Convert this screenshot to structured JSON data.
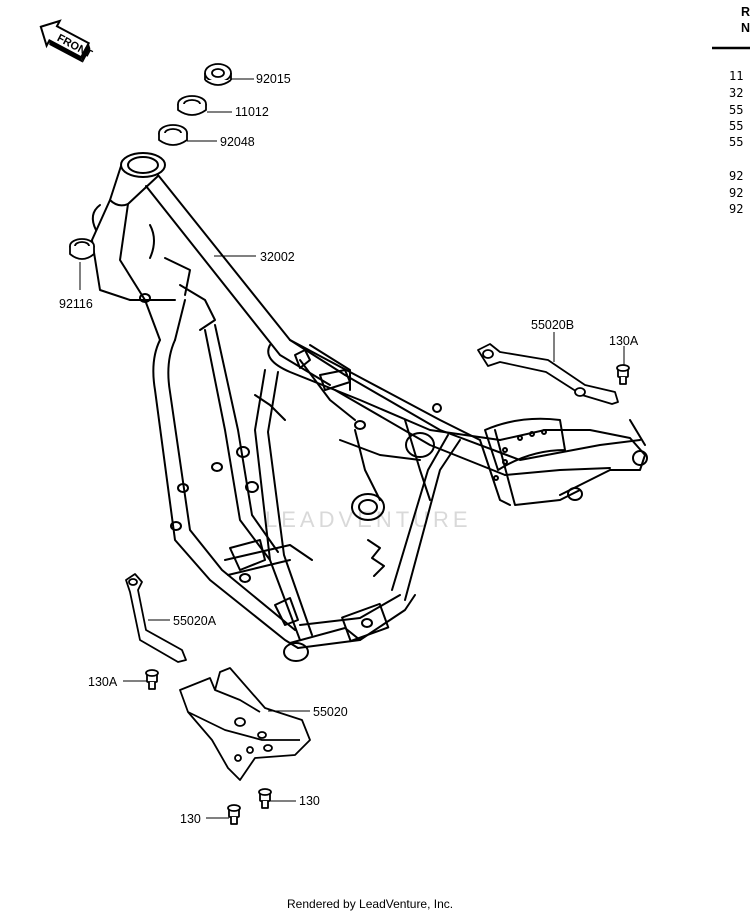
{
  "front_arrow_label": "FRONT",
  "callouts": {
    "p92015": "92015",
    "p11012": "11012",
    "p92048": "92048",
    "p32002": "32002",
    "p92116": "92116",
    "p55020B": "55020B",
    "p130A_top": "130A",
    "p55020A": "55020A",
    "p130A_left": "130A",
    "p55020": "55020",
    "p130_right": "130",
    "p130_left": "130"
  },
  "reference_column": {
    "header": [
      "R",
      "N"
    ],
    "rows": [
      "11",
      "32",
      "55",
      "55",
      "55",
      "",
      "92",
      "92",
      "92"
    ]
  },
  "watermark": "LEADVENTURE",
  "footer": "Rendered by LeadVenture, Inc."
}
